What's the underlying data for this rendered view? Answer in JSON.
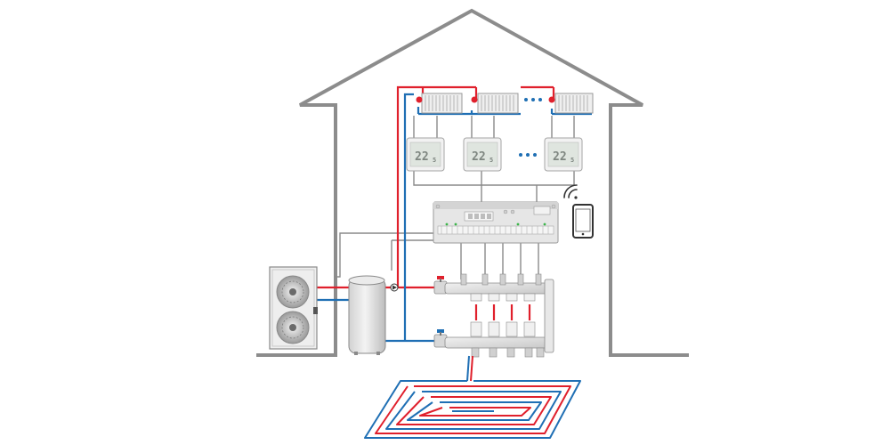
{
  "colors": {
    "house_outline": "#8c8c8c",
    "supply_pipe": "#e0202c",
    "return_pipe": "#1f6fb4",
    "signal_wire": "#8a8a8a",
    "device_body": "#dcdcdc",
    "controller_led": "#3cb54a"
  },
  "thermostats": [
    {
      "display": "22",
      "suffix": "5"
    },
    {
      "display": "22",
      "suffix": "5"
    },
    {
      "display": "22",
      "suffix": "5"
    }
  ],
  "icons": {
    "heat_pump": "heat-pump-icon",
    "buffer_tank": "buffer-tank-icon",
    "controller": "wiring-center-icon",
    "smartphone": "smartphone-icon",
    "wifi": "wifi-icon",
    "manifold": "manifold-icon",
    "underfloor_loop": "underfloor-heating-icon",
    "radiator": "radiator-icon",
    "ellipsis": "ellipsis-icon"
  }
}
